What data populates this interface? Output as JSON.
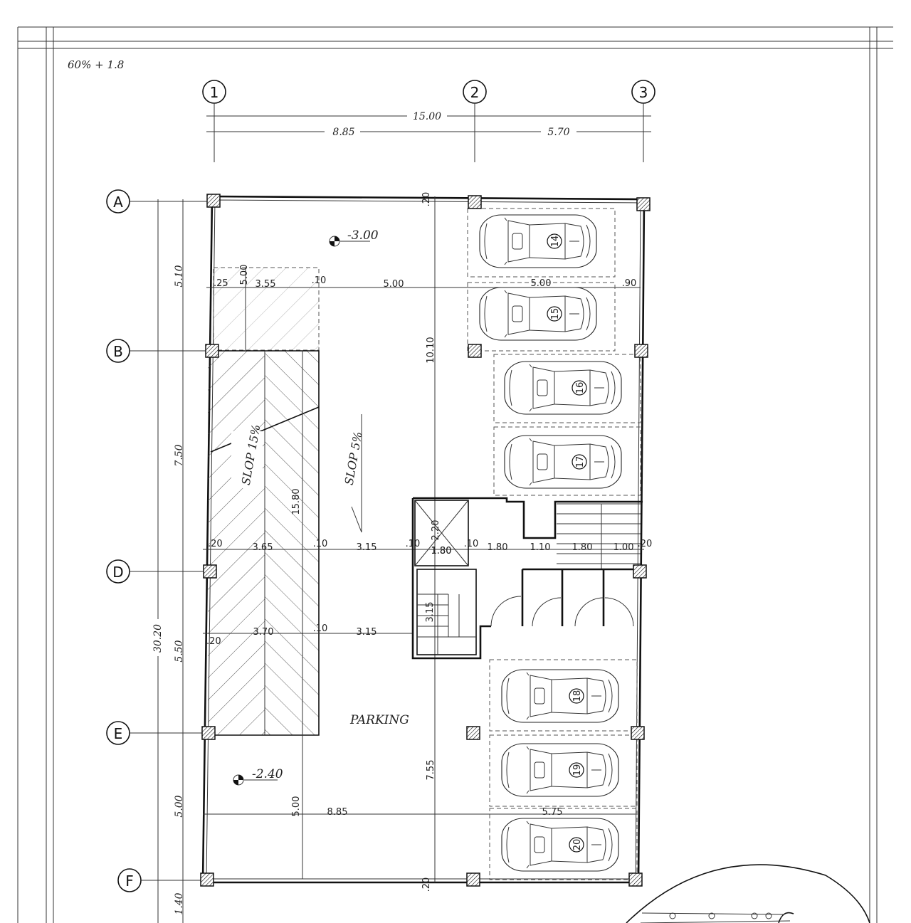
{
  "scale_note": "60% + 1.8",
  "grid_cols": [
    "1",
    "2",
    "3"
  ],
  "grid_rows": [
    "A",
    "B",
    "D",
    "E",
    "F"
  ],
  "dims_top": {
    "total": "15.00",
    "left": "8.85",
    "right": "5.70"
  },
  "dims_left": {
    "ab": "5.10",
    "bd": "7.50",
    "de": "5.50",
    "ef": "5.00",
    "total": "30.20",
    "bottom": "1.40"
  },
  "levels": {
    "upper": "-3.00",
    "lower": "-2.40"
  },
  "ramp": {
    "top_w": "3.55",
    "left_gap": ".25",
    "gap_10": ".10",
    "top_h": "5.00",
    "length": "15.80",
    "slope_label": "SLOP 15%"
  },
  "parking": {
    "slope_label": "SLOP 5%",
    "label": "PARKING",
    "d1": "5.00",
    "d2": "5.00",
    "d3": ".90",
    "v1": "10.10",
    "v2": ".20",
    "row_d": [
      "3.65",
      ".10",
      "3.15",
      ".10",
      "1.80",
      ".10",
      "1.80",
      "1.10",
      "1.80",
      "1.00",
      ".20",
      ".20"
    ],
    "row_e": [
      "3.70",
      ".10",
      "3.15",
      ".20"
    ],
    "lift": {
      "w": "1.80",
      "h": "2.20"
    },
    "stair": "3.15",
    "bottom_left": "8.85",
    "bottom_right": "5.75",
    "v3": "7.55",
    "v4": "5.00",
    "v5": ".20"
  },
  "car_numbers": [
    "14",
    "15",
    "16",
    "17",
    "18",
    "19",
    "20"
  ]
}
